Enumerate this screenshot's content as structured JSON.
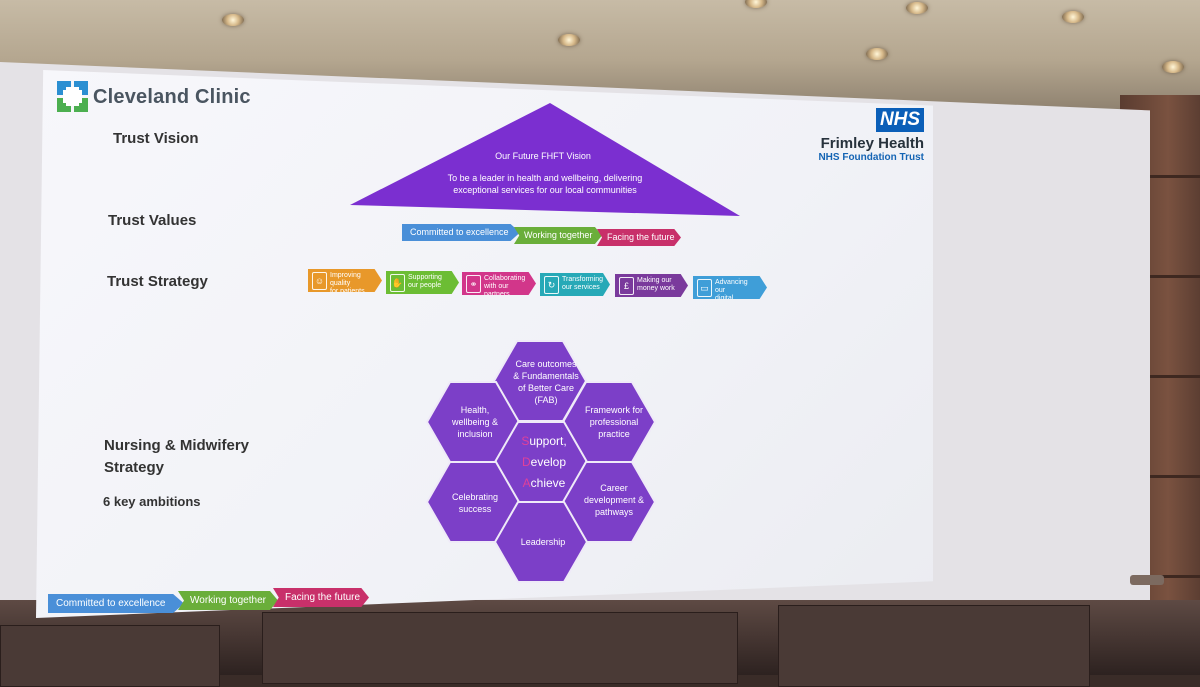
{
  "clinic": {
    "name": "Cleveland Clinic"
  },
  "sections": {
    "vision": "Trust Vision",
    "values": "Trust Values",
    "strategy": "Trust Strategy",
    "nursing": [
      "Nursing & Midwifery",
      "Strategy"
    ],
    "ambitions": "6 key ambitions"
  },
  "nhs": {
    "badge": "NHS",
    "name": "Frimley Health",
    "subtitle": "NHS Foundation Trust"
  },
  "vision": {
    "title": "Our Future FHFT Vision",
    "text": "To be a leader in health and wellbeing, delivering exceptional services for our local communities"
  },
  "values": [
    {
      "label": "Committed to excellence",
      "color": "#4a8fd8"
    },
    {
      "label": "Working together",
      "color": "#6aae3a"
    },
    {
      "label": "Facing the future",
      "color": "#c8306a"
    }
  ],
  "strategy": [
    {
      "line1": "Improving quality",
      "line2": "for patients",
      "color": "#e8982a"
    },
    {
      "line1": "Supporting",
      "line2": "our people",
      "color": "#6cbd34"
    },
    {
      "line1": "Collaborating",
      "line2": "with our partners",
      "color": "#d2368a"
    },
    {
      "line1": "Transforming",
      "line2": "our services",
      "color": "#27a9b7"
    },
    {
      "line1": "Making our",
      "line2": "money work",
      "color": "#7a3a9c"
    },
    {
      "line1": "Advancing our",
      "line2": "digital capability",
      "color": "#3f9ed8"
    }
  ],
  "ambitions": {
    "care": [
      "Care outcomes",
      "& Fundamentals",
      "of Better Care",
      "(FAB)"
    ],
    "health": [
      "Health,",
      "wellbeing &",
      "inclusion"
    ],
    "framework": [
      "Framework for",
      "professional",
      "practice"
    ],
    "celebrating": [
      "Celebrating",
      "success"
    ],
    "career": [
      "Career",
      "development &",
      "pathways"
    ],
    "leadership": "Leadership",
    "center": [
      {
        "initial": "S",
        "rest": "upport,"
      },
      {
        "initial": "D",
        "rest": "evelop"
      },
      {
        "initial": "A",
        "rest": "chieve"
      }
    ],
    "hex_color": "#7c3fc8",
    "accent": "#e0409a"
  },
  "footer_values": [
    {
      "label": "Committed to excellence",
      "color": "#4a8fd8"
    },
    {
      "label": "Working together",
      "color": "#6aae3a"
    },
    {
      "label": "Facing the future",
      "color": "#c8306a"
    }
  ]
}
